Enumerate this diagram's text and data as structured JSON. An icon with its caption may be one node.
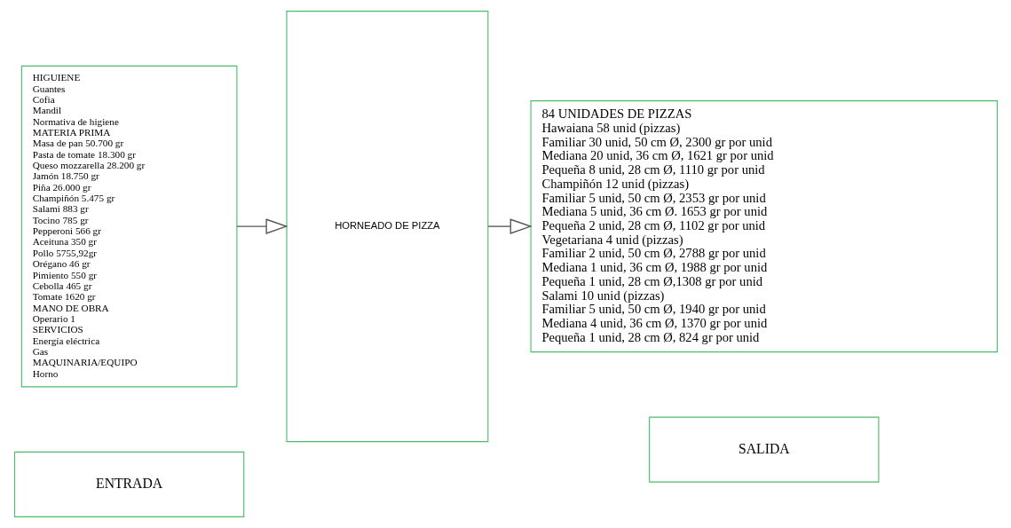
{
  "diagram": {
    "nodes": [
      {
        "text": [
          "ENTRADA"
        ]
      },
      {
        "text": [
          "SALIDA"
        ]
      },
      {
        "text": [
          "HIGUIENE",
          "Guantes",
          "Cofia",
          "Mandil",
          "Normativa de higiene",
          "MATERIA PRIMA",
          "Masa de pan 50.700 gr",
          "Pasta de tomate 18.300 gr",
          "Queso mozzarella 28.200 gr",
          "Jamón 18.750 gr",
          "Piña 26.000 gr",
          "Champiñón 5.475 gr",
          "Salami 883 gr",
          "Tocino 785 gr",
          "Pepperoni 566 gr",
          "Aceituna 350 gr",
          "Pollo 5755,92gr",
          "Orégano 46 gr",
          "Pimiento 550 gr",
          "Cebolla 465 gr",
          "Tomate 1620 gr",
          "MANO DE OBRA",
          "Operario 1",
          "SERVICIOS",
          "Energía eléctrica",
          "Gas",
          "MAQUINARIA/EQUIPO",
          "Horno"
        ]
      },
      {
        "text": [
          "HORNEADO DE PIZZA"
        ]
      },
      {
        "text": [
          "84 UNIDADES DE PIZZAS",
          "Hawaiana 58 unid (pizzas)",
          "Familiar 30 unid, 50 cm Ø, 2300 gr por unid",
          "Mediana 20 unid, 36 cm Ø, 1621 gr por unid",
          "Pequeña 8 unid, 28 cm Ø, 1110 gr por unid",
          "Champiñón 12 unid (pizzas)",
          "Familiar 5 unid, 50 cm Ø, 2353 gr por unid",
          "Mediana 5 unid, 36 cm Ø. 1653 gr por unid",
          "Pequeña 2 unid, 28 cm Ø, 1102 gr por unid",
          "Vegetariana 4 unid (pizzas)",
          "Familiar 2 unid, 50 cm Ø, 2788 gr por unid",
          "Mediana 1 unid, 36 cm Ø, 1988 gr por unid",
          "Pequeña 1 unid, 28 cm Ø,1308 gr por unid",
          "Salami 10 unid (pizzas)",
          "Familiar 5 unid, 50 cm Ø, 1940 gr por unid",
          "Mediana 4 unid, 36 cm Ø, 1370 gr por unid",
          "Pequeña 1 unid, 28 cm Ø, 824 gr por unid"
        ]
      }
    ],
    "edges": [
      {
        "from": 2,
        "to": 3,
        "arrow": "to"
      },
      {
        "from": 3,
        "to": 4,
        "arrow": "to"
      }
    ]
  }
}
